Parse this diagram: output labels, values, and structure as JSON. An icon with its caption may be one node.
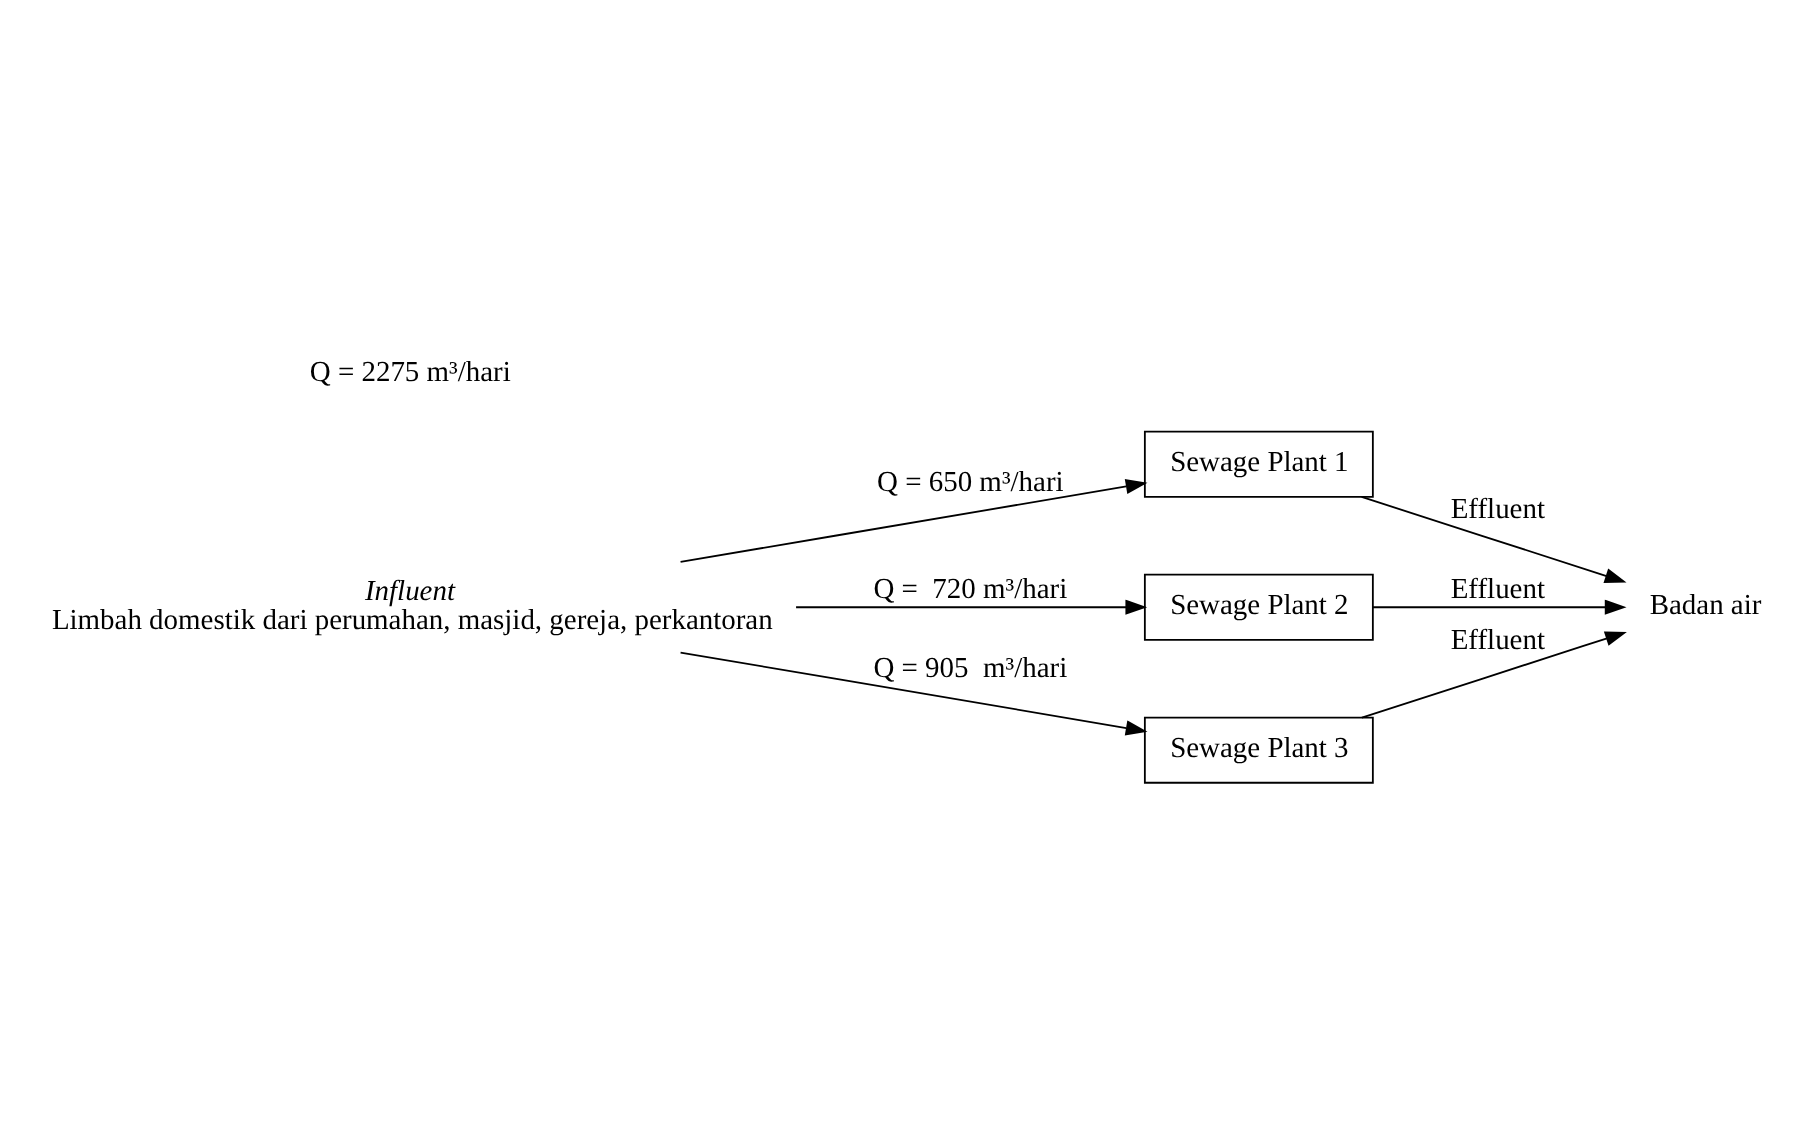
{
  "diagram": {
    "nodes": [
      {
        "text": [
          "Influent",
          "Limbah domestik dari perumahan, masjid, gereja, perkantoran"
        ]
      },
      {
        "text": [
          "Sewage Plant 1"
        ]
      },
      {
        "text": [
          "Sewage Plant 2"
        ]
      },
      {
        "text": [
          "Sewage Plant 3"
        ]
      },
      {
        "text": [
          "Badan air"
        ]
      }
    ],
    "edges": [
      {
        "from": 0,
        "to": 1,
        "arrow": "to",
        "label": "Q = 650 m³/hari"
      },
      {
        "from": 0,
        "to": 2,
        "arrow": "to",
        "label": "Q =  720 m³/hari"
      },
      {
        "from": 0,
        "to": 3,
        "arrow": "to",
        "label": "Q = 905  m³/hari"
      },
      {
        "from": 1,
        "to": 4,
        "arrow": "to",
        "label": "Effluent"
      },
      {
        "from": 2,
        "to": 4,
        "arrow": "to",
        "label": "Effluent"
      },
      {
        "from": 3,
        "to": 4,
        "arrow": "to",
        "label": "Effluent"
      }
    ],
    "labels": [
      "Q = 2275 m³/hari"
    ]
  }
}
